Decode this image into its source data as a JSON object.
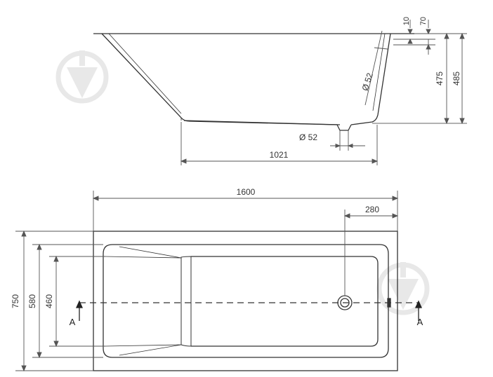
{
  "dimensions": {
    "top_gap": "10",
    "rim_height": "70",
    "inner_depth": "475",
    "outer_depth": "485",
    "end_radius": "Ø 52",
    "drain_diameter": "Ø 52",
    "floor_length": "1021",
    "overall_length": "1600",
    "drain_offset": "280",
    "overall_width": "750",
    "inner_width": "580",
    "floor_width": "460"
  },
  "section_markers": {
    "left": "A",
    "right": "A"
  },
  "colors": {
    "line": "#333333",
    "thin_line": "#555555",
    "watermark": "#e6e6e6"
  },
  "watermark_icon": "drop-shield-logo"
}
